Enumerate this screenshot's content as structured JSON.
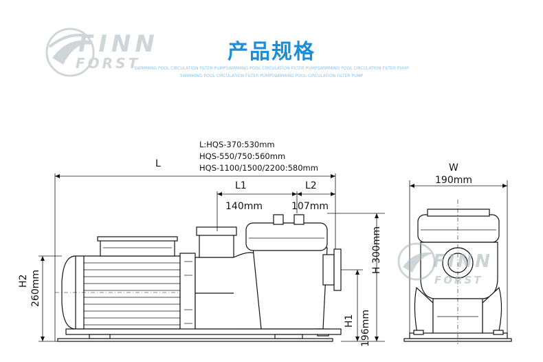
{
  "header": {
    "title": "产品规格",
    "subtitle_line1": "SWIMMING POOL CIRCULATION FILTER PUMPSWIMMING POOL CIRCULATION FILTER PUMPSWIMMING POOL CIRCULATION FILTER PUMP",
    "subtitle_line2": "SWIMMING POOL CIRCULATION FILTER PUMPSWIMMING POOL CIRCULATION FILTER PUMP"
  },
  "logo": {
    "word1": "FINN",
    "word2": "FORST"
  },
  "watermark": {
    "word1": "FINN",
    "word2": "FORST"
  },
  "specs": {
    "line1": "L:HQS-370:530mm",
    "line2": "HQS-550/750:560mm",
    "line3": "HQS-1100/1500/2200:580mm"
  },
  "dimensions": {
    "L": "L",
    "L1": "L1",
    "L2": "L2",
    "L1_value": "140mm",
    "L2_value": "107mm",
    "H2": "H2",
    "H2_value": "260mm",
    "H": "H 300mm",
    "H1": "H1",
    "H1_value": "196mm",
    "W": "W",
    "W_value": "190mm"
  },
  "colors": {
    "title": "#1c8ed6",
    "subtitle": "#8cc6ea",
    "line": "#111111",
    "watermark": "#a9b6bb"
  }
}
